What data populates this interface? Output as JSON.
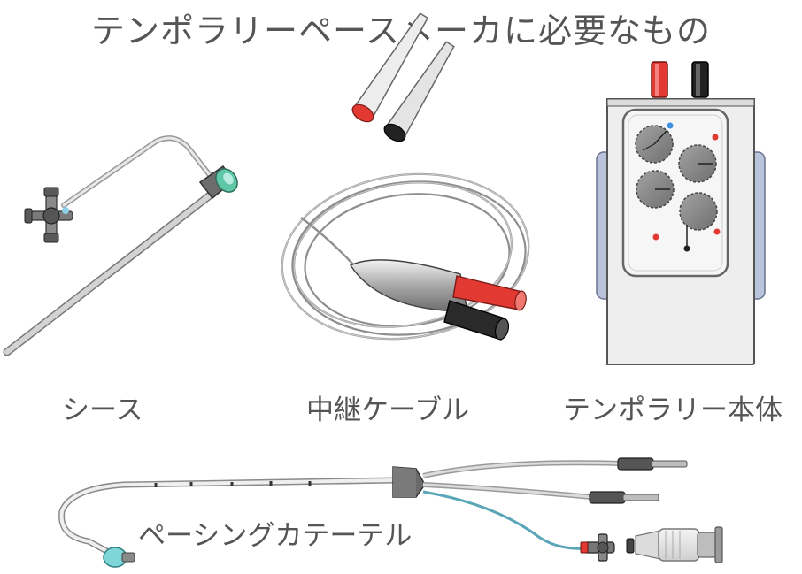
{
  "title": "テンポラリーペースメーカに必要なもの",
  "items": {
    "sheath": {
      "label": "シース"
    },
    "relay_cable": {
      "label": "中継ケーブル"
    },
    "temporary_unit": {
      "label": "テンポラリー本体"
    },
    "pacing_catheter": {
      "label": "ペーシングカテーテル"
    }
  },
  "colors": {
    "text": "#555555",
    "red": "#e23a32",
    "black": "#222222",
    "cable_gray": "#9a9a9a",
    "device_body": "#eeeeee",
    "device_side": "#b9c3dc",
    "dial": "#8a8a8a",
    "cyan": "#7fd6d8",
    "blue_line": "#5aa6b8",
    "green_valve": "#5fc6a6"
  }
}
